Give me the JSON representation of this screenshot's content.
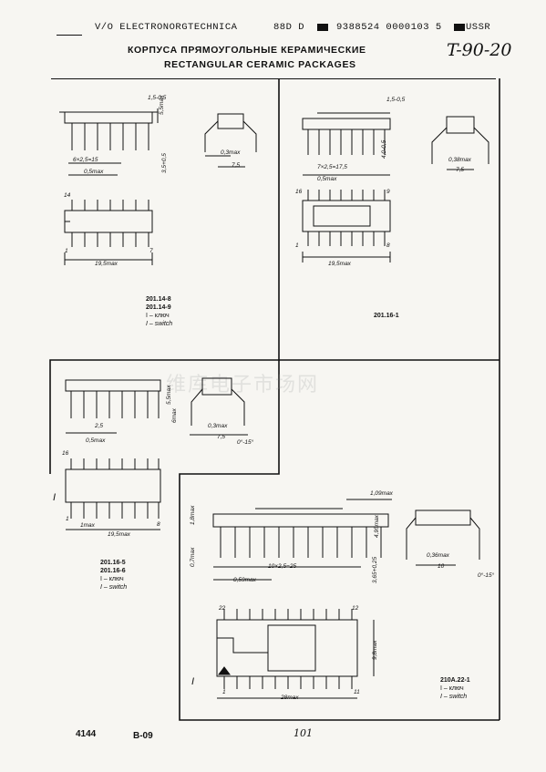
{
  "header": {
    "publisher": "V/O ELECTRONORGTECHNICA",
    "code": "88D D",
    "catalog_number": "9388524 0000103 5",
    "country": "USSR"
  },
  "handwritten": {
    "top_right": "T-90-20",
    "page_mark": "101"
  },
  "title": {
    "ru": "КОРПУСА ПРЯМОУГОЛЬНЫЕ КЕРАМИЧЕСКИЕ",
    "en": "RECTANGULAR CERAMIC PACKAGES"
  },
  "watermark": "维库电子市场网",
  "packages": [
    {
      "id": "pkg-201-14",
      "models": [
        "201.14-8",
        "201.14-9"
      ],
      "legend_ru": "I – ключ",
      "legend_en": "I – switch",
      "pins_top": "14",
      "pins_bottom": "7",
      "pin_one": "1",
      "dims": {
        "width": "19,5max",
        "pitch": "2,5",
        "span": "6×2,5=15",
        "lead": "0,5max",
        "height": "5,5max",
        "offset": "1,5-0,5",
        "thick": "0,3max",
        "row": "7,5",
        "stand": "3,5+0,5"
      }
    },
    {
      "id": "pkg-201-16-1",
      "models": [
        "201.16-1"
      ],
      "pins_top": "16",
      "pins_bottom": "8",
      "pin_top_right": "9",
      "pin_one": "1",
      "dims": {
        "width": "19,5max",
        "pitch": "2,5",
        "span": "7×2,5=17,5",
        "lead": "0,5max",
        "height": "4,0-0,5",
        "offset": "1,5-0,5",
        "thick": "0,38max",
        "row": "7,5"
      }
    },
    {
      "id": "pkg-201-16-5",
      "models": [
        "201.16-5",
        "201.16-6"
      ],
      "legend_ru": "I – ключ",
      "legend_en": "I – switch",
      "pins_top": "16",
      "pins_bottom": "8",
      "pin_one": "1",
      "key_mark": "I",
      "dims": {
        "width": "19,5max",
        "pitch": "2,5",
        "lead": "0,5max",
        "height": "5,5max",
        "stand": "6max",
        "mark": "1max",
        "thick": "0,3max",
        "row": "7,5",
        "angle": "0°-15°"
      }
    },
    {
      "id": "pkg-210a-22-1",
      "models": [
        "210A.22-1"
      ],
      "legend_ru": "I – ключ",
      "legend_en": "I – switch",
      "pins_top": "22",
      "pins_top_right": "12",
      "pin_one": "1",
      "pin_bottom_right": "11",
      "key_mark": "I",
      "dims": {
        "width": "28max",
        "height": "9,8max",
        "offset": "1,09max",
        "body": "4,95max",
        "stand": "1,8max",
        "lead": "0,59max",
        "pitch": "2,5",
        "span": "10×2,5=25",
        "thick": "0,36max",
        "row": "10",
        "base": "0,7max",
        "fit": "3,65+0,25",
        "angle": "0°-15°"
      }
    }
  ],
  "footer": {
    "page_number": "4144",
    "section": "B-09"
  }
}
